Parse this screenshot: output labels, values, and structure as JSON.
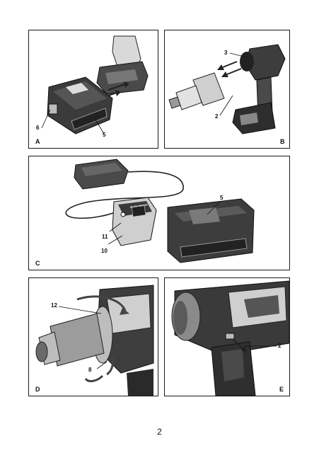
{
  "panels": {
    "A": {
      "letter": "A",
      "callouts": {
        "c6": "6",
        "c5": "5"
      }
    },
    "B": {
      "letter": "B",
      "callouts": {
        "c3": "3",
        "c2": "2"
      }
    },
    "C": {
      "letter": "C",
      "callouts": {
        "c5": "5",
        "c11": "11",
        "c10": "10"
      }
    },
    "D": {
      "letter": "D",
      "callouts": {
        "c12": "12",
        "c8": "8"
      }
    },
    "E": {
      "letter": "E",
      "callouts": {
        "c2": "2"
      }
    }
  },
  "brand_text": "BLACK+DECKER",
  "page_number": "2"
}
